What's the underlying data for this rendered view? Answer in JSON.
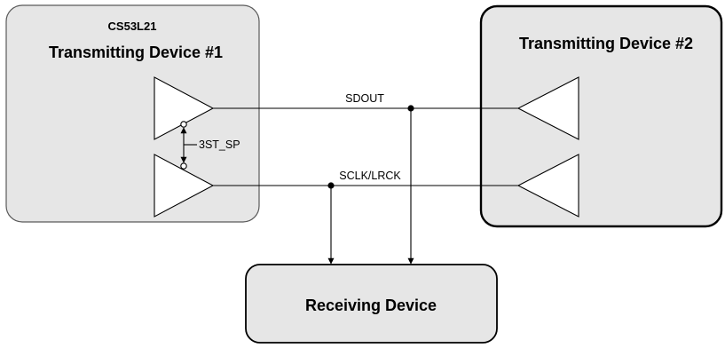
{
  "devices": {
    "tx1": {
      "part_number": "CS53L21",
      "title": "Transmitting Device #1"
    },
    "tx2": {
      "title": "Transmitting Device #2"
    },
    "rx": {
      "title": "Receiving Device"
    }
  },
  "signals": {
    "sdout": "SDOUT",
    "sclk_lrck": "SCLK/LRCK",
    "tristate": "3ST_SP"
  },
  "colors": {
    "block_fill": "#e6e6e6",
    "line": "#000000"
  }
}
